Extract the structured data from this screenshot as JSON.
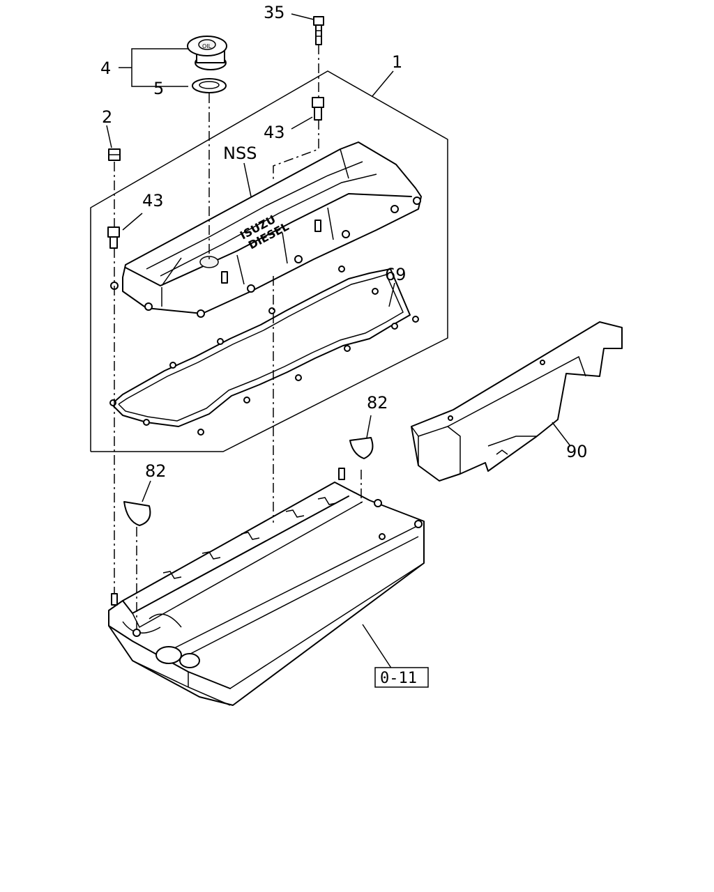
{
  "callouts": {
    "c35": "35",
    "c4": "4",
    "c5": "5",
    "c1": "1",
    "c2": "2",
    "c43a": "43",
    "c43b": "43",
    "nss": "NSS",
    "c69": "69",
    "c82a": "82",
    "c82b": "82",
    "c90": "90"
  },
  "reference_box": "0-11",
  "logo": {
    "line1": "ISUZU",
    "line2": "DIESEL"
  },
  "oil_cap_text": "OIL"
}
